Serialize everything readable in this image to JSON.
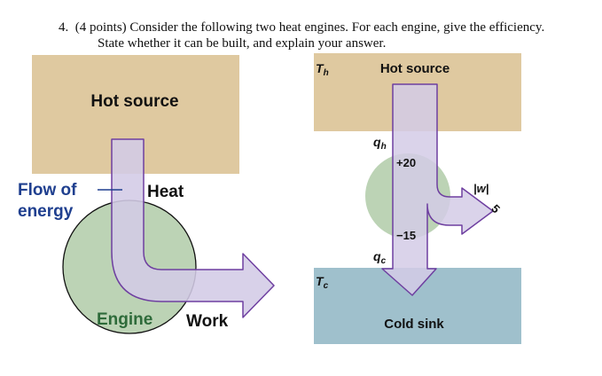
{
  "question": {
    "number": "4.",
    "line1": "(4 points) Consider the following two heat engines. For each engine, give the efficiency.",
    "line2": "State whether it can be built, and explain your answer."
  },
  "left_diagram": {
    "hot_source": "Hot source",
    "flow_of": "Flow of",
    "energy": "energy",
    "heat": "Heat",
    "engine": "Engine",
    "work": "Work"
  },
  "right_diagram": {
    "th": "T",
    "th_sub": "h",
    "hot_source": "Hot source",
    "qh": "q",
    "qh_sub": "h",
    "plus20": "+20",
    "w": "|w|",
    "five": "5",
    "minus15": "−15",
    "qc": "q",
    "qc_sub": "c",
    "tc": "T",
    "tc_sub": "c",
    "cold_sink": "Cold sink"
  },
  "colors": {
    "hot_source": "#dfc9a0",
    "engine_green": "#bcd3b5",
    "cold_sink": "#9fc0cc",
    "arrow_fill": "#d3cbe6",
    "arrow_stroke": "#6e3fa0",
    "label_blue": "#1f3f8f",
    "label_green": "#2e6b3a"
  }
}
